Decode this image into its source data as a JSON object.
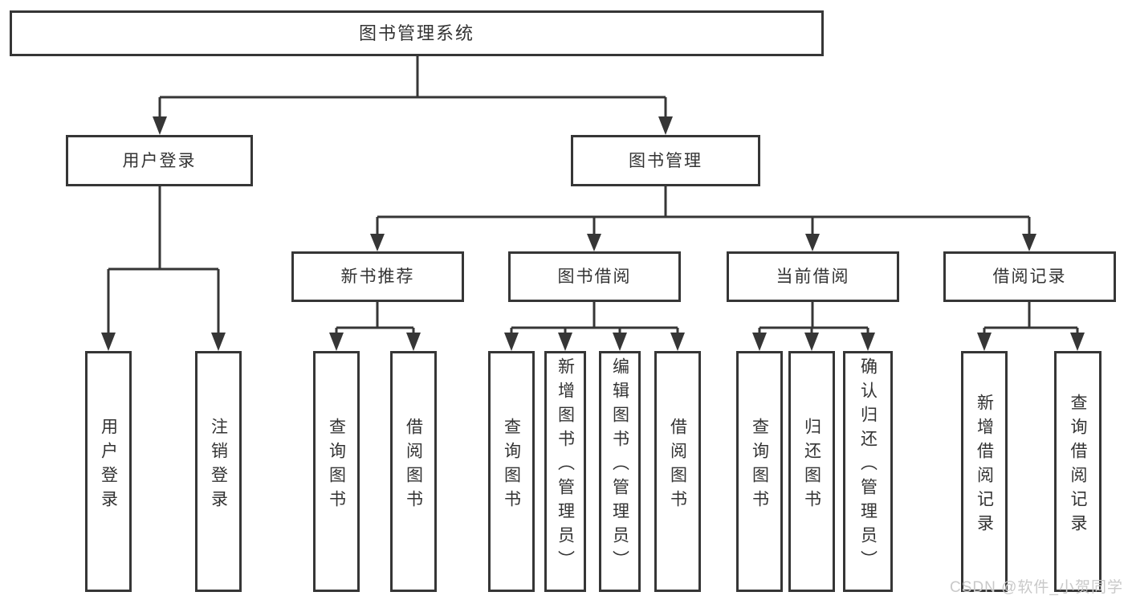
{
  "watermark": "CSDN @软件_小贺同学",
  "colors": {
    "line": "#363636",
    "text": "#333333",
    "background": "#ffffff",
    "watermark": "#c9c9c9"
  },
  "nodes": {
    "root": "图书管理系统",
    "user_login": "用户登录",
    "book_management": "图书管理",
    "new_book_recommend": "新书推荐",
    "book_borrowing": "图书借阅",
    "current_borrowing": "当前借阅",
    "borrowing_records": "借阅记录",
    "leaves": {
      "user_login": "用户登录",
      "logout": "注销登录",
      "query_books_recommend": "查询图书",
      "borrow_books_recommend": "借阅图书",
      "query_books_borrowing": "查询图书",
      "add_books_admin": "新增图书（管理员）",
      "edit_books_admin": "编辑图书（管理员）",
      "borrow_books_borrowing": "借阅图书",
      "query_books_current": "查询图书",
      "return_books": "归还图书",
      "confirm_return_admin": "确认归还（管理员）",
      "add_borrow_record": "新增借阅记录",
      "query_borrow_record": "查询借阅记录"
    }
  }
}
